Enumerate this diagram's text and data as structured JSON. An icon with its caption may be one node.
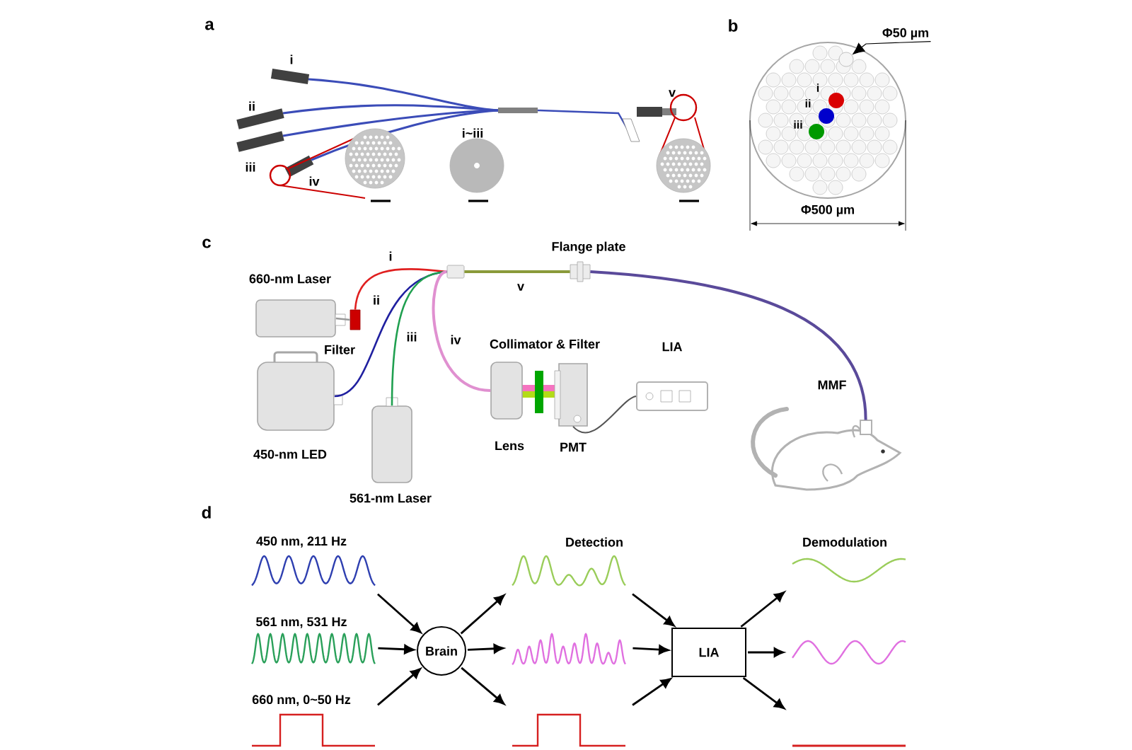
{
  "diagram": {
    "nodes": [
      {
        "text": [
          "660-nm Laser"
        ]
      },
      {
        "text": [
          "Filter"
        ]
      },
      {
        "text": [
          "450-nm LED"
        ]
      },
      {
        "text": [
          "561-nm Laser"
        ]
      },
      {
        "text": [],
        "shape": "box"
      },
      {
        "text": [
          "Flange plate"
        ]
      },
      {
        "text": [
          "Lens"
        ]
      },
      {
        "text": [
          "PMT"
        ]
      },
      {
        "text": [
          "LIA"
        ]
      },
      {
        "text": [],
        "shape": "picture"
      },
      {
        "text": [
          "450 nm, 211 Hz"
        ]
      },
      {
        "text": [
          "561 nm, 531 Hz"
        ]
      },
      {
        "text": [
          "660 nm, 0~50 Hz"
        ]
      },
      {
        "text": [
          "Brain"
        ]
      },
      {
        "text": [],
        "shape": "picture"
      },
      {
        "text": [],
        "shape": "picture"
      },
      {
        "text": [],
        "shape": "picture"
      },
      {
        "text": [
          "LIA"
        ]
      },
      {
        "text": [],
        "shape": "picture"
      },
      {
        "text": [],
        "shape": "picture"
      },
      {
        "text": [],
        "shape": "picture"
      },
      {
        "text": [
          "Φ50 µm"
        ]
      },
      {
        "text": [],
        "shape": "circle"
      }
    ],
    "edges": [
      {
        "from": 0,
        "to": 1,
        "arrow": "none",
        "color": "#999999"
      },
      {
        "from": 1,
        "to": 4,
        "arrow": "none",
        "label": "i",
        "color": "#e02020"
      },
      {
        "from": 2,
        "to": 4,
        "arrow": "none",
        "label": "ii",
        "color": "#2020a0"
      },
      {
        "from": 3,
        "to": 4,
        "arrow": "none",
        "label": "iii",
        "color": "#20a050"
      },
      {
        "from": 4,
        "to": 6,
        "arrow": "none",
        "label": "iv",
        "color": "#e090d0"
      },
      {
        "from": 4,
        "to": 5,
        "arrow": "none",
        "label": "v",
        "color": "#8a9a3a"
      },
      {
        "from": 5,
        "to": 9,
        "arrow": "none",
        "label": "MMF",
        "color": "#5a4a9a"
      },
      {
        "from": 7,
        "to": 8,
        "arrow": "none",
        "color": "#555555"
      },
      {
        "from": 10,
        "to": 13,
        "arrow": "to"
      },
      {
        "from": 11,
        "to": 13,
        "arrow": "to"
      },
      {
        "from": 12,
        "to": 13,
        "arrow": "to"
      },
      {
        "from": 13,
        "to": 14,
        "arrow": "to"
      },
      {
        "from": 13,
        "to": 15,
        "arrow": "to"
      },
      {
        "from": 13,
        "to": 16,
        "arrow": "to"
      },
      {
        "from": 14,
        "to": 17,
        "arrow": "to"
      },
      {
        "from": 15,
        "to": 17,
        "arrow": "to"
      },
      {
        "from": 16,
        "to": 17,
        "arrow": "to"
      },
      {
        "from": 17,
        "to": 18,
        "arrow": "to"
      },
      {
        "from": 17,
        "to": 19,
        "arrow": "to"
      },
      {
        "from": 17,
        "to": 20,
        "arrow": "to"
      },
      {
        "from": 21,
        "to": 22,
        "arrow": "to"
      }
    ],
    "labels": [
      "a",
      "i",
      "ii",
      "iii",
      "iv",
      "i~iii",
      "v",
      "b",
      "i",
      "ii",
      "iii",
      "Φ500 µm",
      "c",
      "Collimator & Filter",
      "d",
      "Detection",
      "Demodulation"
    ]
  }
}
